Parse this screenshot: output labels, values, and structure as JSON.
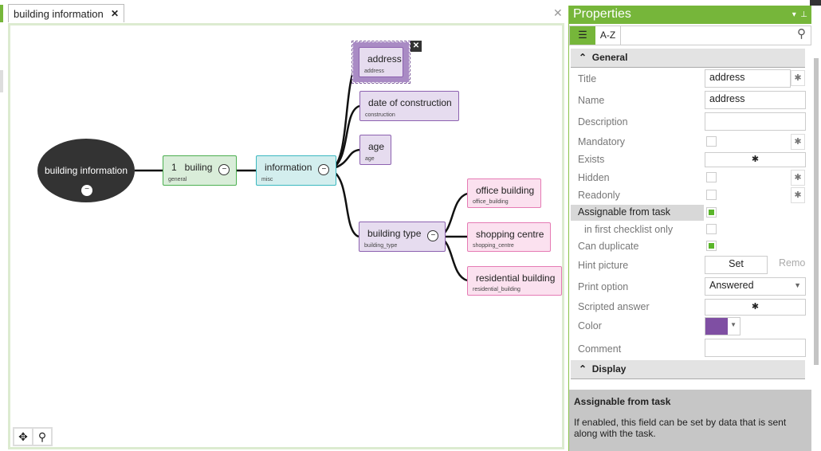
{
  "tab": {
    "title": "building information",
    "close": "✕"
  },
  "doc_close": "✕",
  "mindmap": {
    "root": {
      "label": "building information"
    },
    "nodes": [
      {
        "label": "1   builing",
        "sub": "general"
      },
      {
        "label": "information",
        "sub": "misc"
      },
      {
        "label": "address",
        "sub": "address"
      },
      {
        "label": "date of construction",
        "sub": "construction"
      },
      {
        "label": "age",
        "sub": "age"
      },
      {
        "label": "building type",
        "sub": "building_type"
      },
      {
        "label": "office building",
        "sub": "office_building"
      },
      {
        "label": "shopping centre",
        "sub": "shopping_centre"
      },
      {
        "label": "residential building",
        "sub": "residential_building"
      }
    ],
    "delete": "✕",
    "tools": {
      "pan": "✥",
      "zoom": "⚲"
    }
  },
  "properties": {
    "title": "Properties",
    "dropdown_icon": "▾",
    "pin_icon": "⊥",
    "categorized": "☰",
    "az": "A-Z",
    "search_icon": "⚲",
    "sections": {
      "general": "General",
      "display": "Display"
    },
    "rows": {
      "title": {
        "label": "Title",
        "value": "address"
      },
      "name": {
        "label": "Name",
        "value": "address"
      },
      "description": {
        "label": "Description",
        "value": ""
      },
      "mandatory": {
        "label": "Mandatory",
        "checked": false
      },
      "exists": {
        "label": "Exists"
      },
      "hidden": {
        "label": "Hidden",
        "checked": false
      },
      "readonly": {
        "label": "Readonly",
        "checked": false
      },
      "assignable": {
        "label": "Assignable from task",
        "checked": true
      },
      "first_checklist": {
        "label": "in first checklist only",
        "checked": false
      },
      "can_duplicate": {
        "label": "Can duplicate",
        "checked": true
      },
      "hint_picture": {
        "label": "Hint picture",
        "set": "Set",
        "remove": "Remo"
      },
      "print_option": {
        "label": "Print option",
        "value": "Answered"
      },
      "scripted_answer": {
        "label": "Scripted answer"
      },
      "color": {
        "label": "Color",
        "value": "#7f4fa3"
      },
      "comment": {
        "label": "Comment",
        "value": ""
      }
    },
    "help": {
      "title": "Assignable from task",
      "text": "If enabled, this field can be set by data that is sent along with the task."
    }
  }
}
